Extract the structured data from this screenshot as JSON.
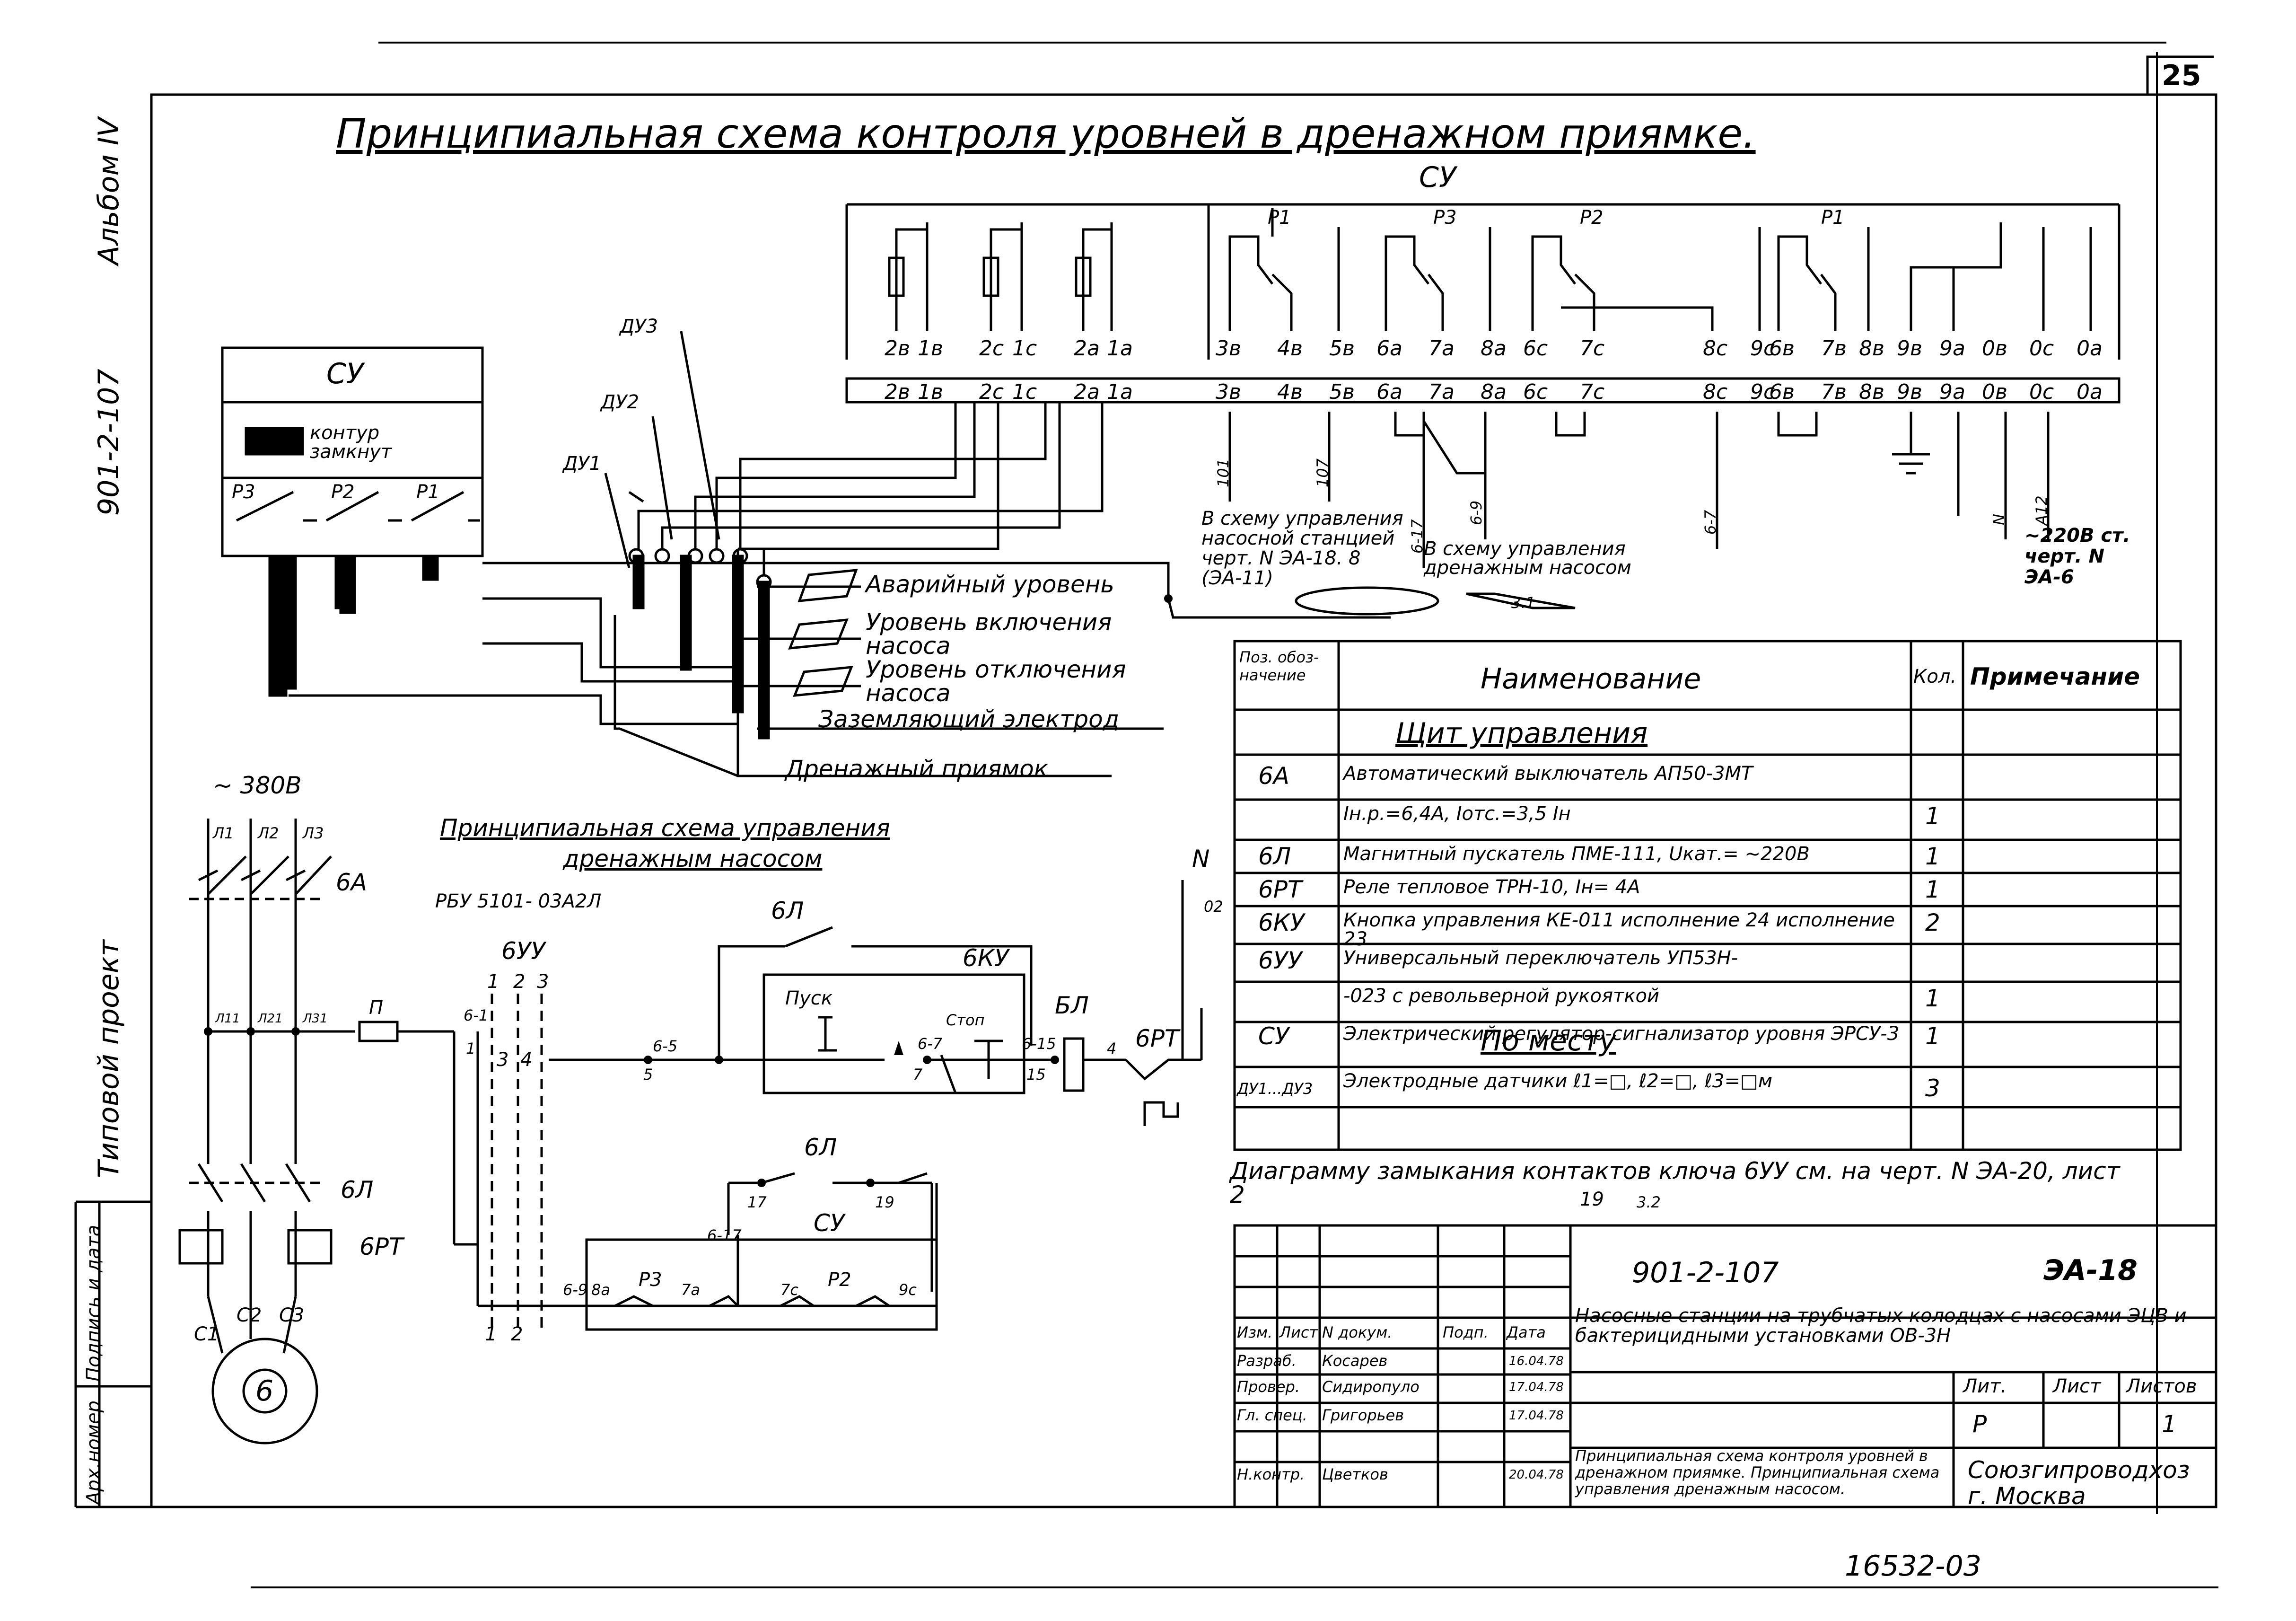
{
  "page_number": "25",
  "side_margin": {
    "album": "Альбом IV",
    "project_code": "901-2-107",
    "project_type": "Типовой проект",
    "stamp_cells": [
      "Арх.номер",
      "Подпись и дата"
    ]
  },
  "main_title": "Принципиальная схема контроля уровней в дренажном приямке.",
  "su_top": {
    "label": "СУ",
    "relay_labels": [
      "Р1",
      "Р3",
      "Р2",
      "Р1"
    ],
    "internal_terminals": [
      "2в",
      "1в",
      "2с",
      "1с",
      "2а",
      "1а",
      "3в",
      "4в",
      "5в",
      "6а",
      "7а",
      "8а",
      "6с",
      "7с",
      "8с",
      "9с",
      "6в",
      "7в",
      "8в",
      "9в",
      "9а",
      "0в",
      "0с",
      "0а"
    ],
    "strip_terminals": [
      "2в",
      "1в",
      "2с",
      "1с",
      "2а",
      "1а",
      "3в",
      "4в",
      "5в",
      "6а",
      "7а",
      "8а",
      "6с",
      "7с",
      "8с",
      "9с",
      "6в",
      "7в",
      "8в",
      "9в",
      "9а",
      "0в",
      "0с",
      "0а"
    ],
    "wire_labels": [
      "101",
      "107",
      "6-17",
      "6-9",
      "6-7",
      "N",
      "А12"
    ]
  },
  "su_box": {
    "label": "СУ",
    "legend": "контур замкнут",
    "relays": [
      "Р3",
      "Р2",
      "Р1"
    ]
  },
  "sensors": [
    "ДУ3",
    "ДУ2",
    "ДУ1"
  ],
  "levels": [
    "Аварийный уровень",
    "Уровень включения насоса",
    "Уровень отключения насоса",
    "Заземляющий электрод",
    "Дренажный приямок"
  ],
  "notes": {
    "pump_station": "В схему управления насосной станцией черт. N ЭА-18. 8 (ЭА-11)",
    "pump_station_ref": "3.1",
    "drain_pump": "В схему управления дренажным насосом",
    "supply": "~220В ст. черт. N ЭА-6"
  },
  "control": {
    "title_line1": "Принципиальная схема управления",
    "title_line2": "дренажным насосом",
    "model": "РБУ 5101- 03А2Л",
    "supply": "~ 380В",
    "phases": [
      "Л1",
      "Л2",
      "Л3"
    ],
    "breaker": "6А",
    "phase_wires": [
      "Л11",
      "Л21",
      "Л31"
    ],
    "fuse": "П",
    "viu": "6УУ",
    "viu_positions": [
      "1",
      "2",
      "3"
    ],
    "viu_contacts": [
      "3",
      "4"
    ],
    "viu_bottom": [
      "1",
      "2"
    ],
    "contactor": "6Л",
    "thermal": "6РТ",
    "motor": "6",
    "motor_terms": [
      "С1",
      "С2",
      "С3"
    ],
    "ku": "6КУ",
    "start": "Пуск",
    "stop": "Стоп",
    "coil": "БЛ",
    "rt": "6РТ",
    "neutral": "N",
    "neutral_no": "02",
    "node_labels": [
      "6-1",
      "1",
      "6-5",
      "5",
      "6-7",
      "7",
      "6-15",
      "15",
      "4",
      "6-9",
      "8а",
      "7а",
      "7с",
      "9с",
      "17",
      "19",
      "6-17"
    ],
    "su_label": "СУ",
    "su_relays": [
      "Р3",
      "Р2"
    ]
  },
  "spec_table": {
    "headers": [
      "Поз. обоз- начение",
      "Наименование",
      "Кол.",
      "Примечание"
    ],
    "section1": "Щит управления",
    "rows": [
      [
        "6А",
        "Автоматический выключатель АП50-3МТ",
        ""
      ],
      [
        "",
        "Iн.р.=6,4А, Iотс.=3,5 Iн",
        "1"
      ],
      [
        "6Л",
        "Магнитный пускатель ПМЕ-111, Uкат.= ~220В",
        "1"
      ],
      [
        "6РТ",
        "Реле тепловое ТРН-10, Iн= 4А",
        "1"
      ],
      [
        "6КУ",
        "Кнопка управления КЕ-011 исполнение 24 исполнение 23",
        "2"
      ],
      [
        "6УУ",
        "Универсальный переключатель УП53Н-",
        ""
      ],
      [
        "",
        "-023 с револьверной рукояткой",
        "1"
      ],
      [
        "СУ",
        "Электрический регулятор-сигнализатор уровня ЭРСУ-3",
        "1"
      ]
    ],
    "section2": "По месту",
    "last_row": [
      "ДУ1...ДУ3",
      "Электродные датчики ℓ1=□, ℓ2=□, ℓ3=□м",
      "3"
    ]
  },
  "diagram_note": "Диаграмму замыкания контактов ключа 6УУ см. на черт. N ЭА-20, лист 2",
  "diagram_note_ref": "19",
  "diagram_note_ref2": "3.2",
  "title_block": {
    "code": "901-2-107",
    "sheet_id": "ЭА-18",
    "name": "Насосные станции на трубчатых колодцах с насосами ЭЦВ и бактерицидными установками ОВ-3Н",
    "head": [
      "Изм.",
      "Лист",
      "N докум.",
      "Подп.",
      "Дата"
    ],
    "people": [
      [
        "Разраб.",
        "Косарев",
        "16.04.78"
      ],
      [
        "Провер.",
        "Сидиропуло",
        "17.04.78"
      ],
      [
        "Гл. спец.",
        "Григорьев",
        "17.04.78"
      ],
      [
        "Н.контр.",
        "Цветков",
        "20.04.78"
      ]
    ],
    "stage_headers": [
      "Лит.",
      "Лист",
      "Листов"
    ],
    "stage_values": [
      "Р",
      "",
      "1"
    ],
    "description": "Принципиальная схема контроля уровней в дренажном приямке. Принципиальная схема управления дренажным насосом.",
    "org": "Союзгипроводхоз г. Москва"
  },
  "footer_code": "16532-03"
}
